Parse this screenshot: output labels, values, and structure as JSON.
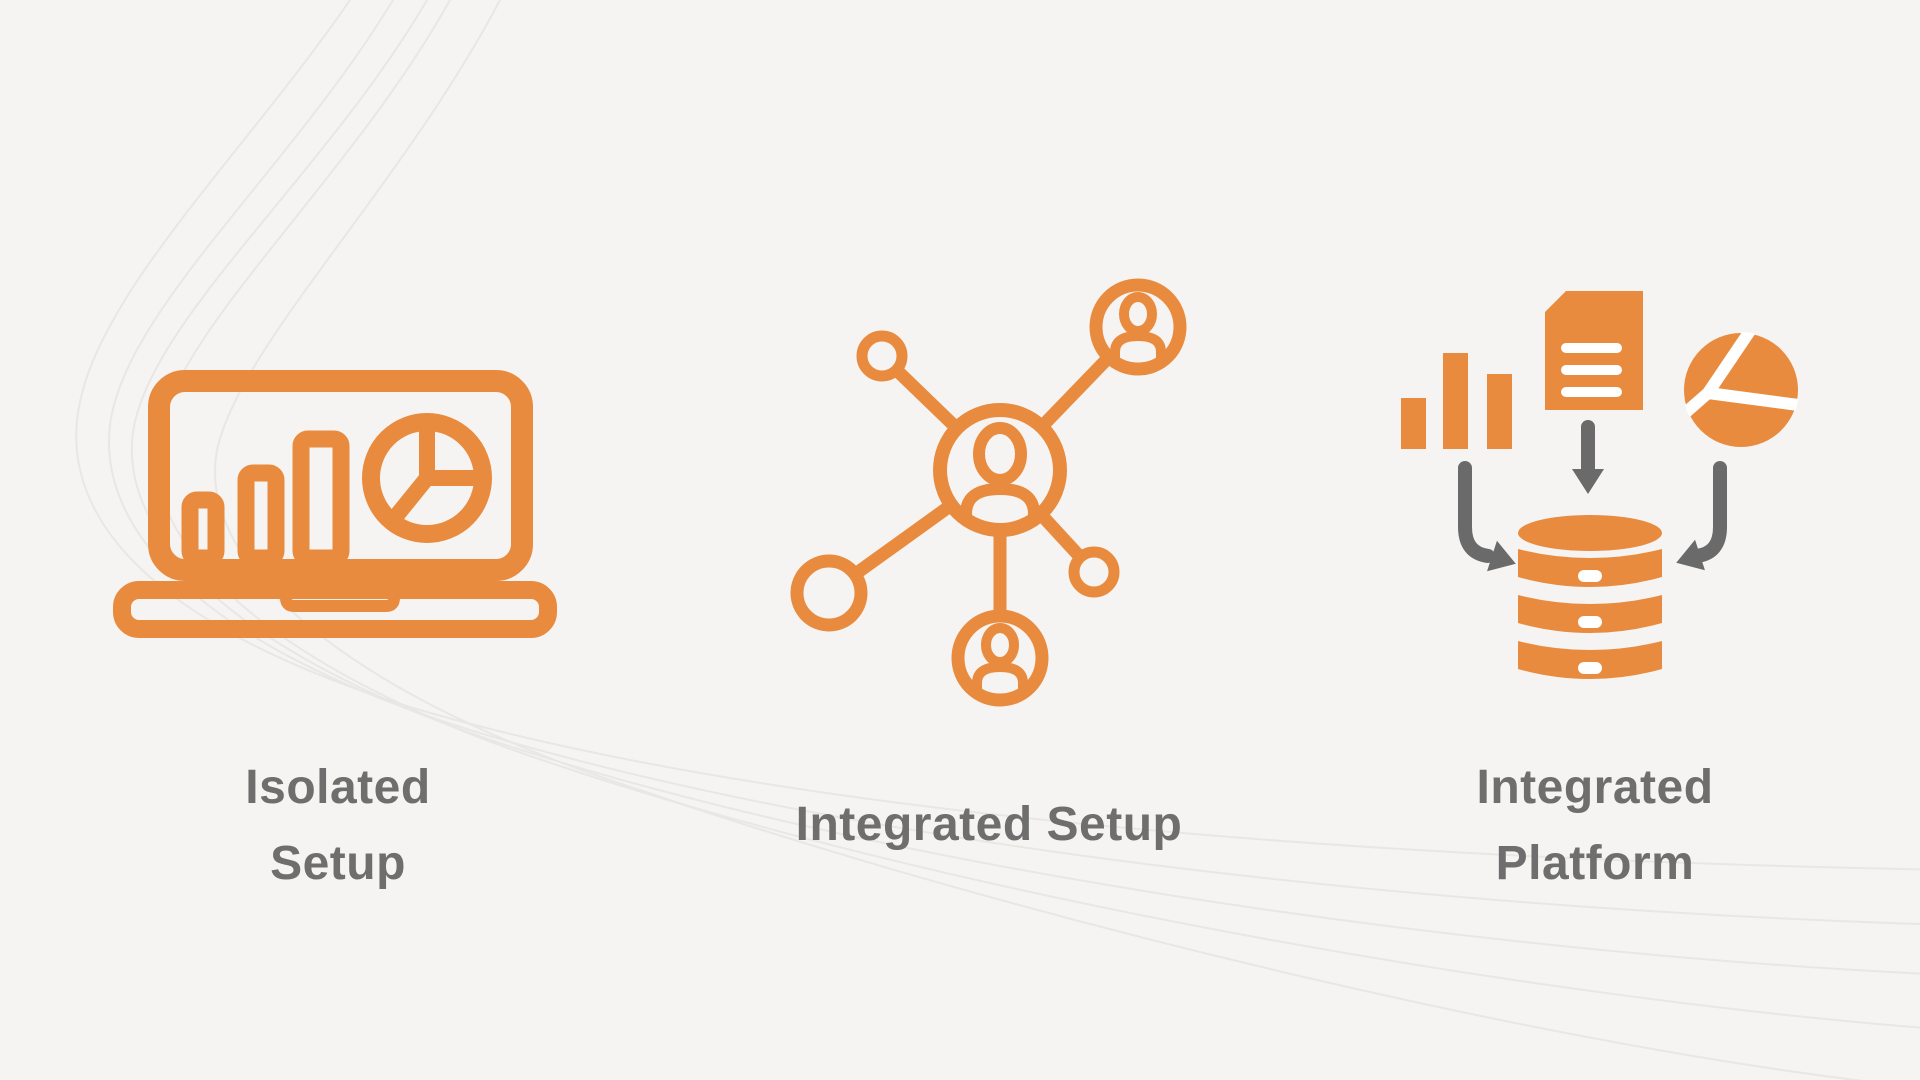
{
  "colors": {
    "background": "#f5f4f2",
    "accent": "#e98b3e",
    "text": "#6e6e6e",
    "arrow": "#6a6a6a",
    "curves": "#e8e7e4",
    "white": "#ffffff"
  },
  "columns": [
    {
      "id": "isolated-setup",
      "icon": "laptop-analytics-icon",
      "label_lines": {
        "0": "Isolated",
        "1": "Setup"
      }
    },
    {
      "id": "integrated-setup",
      "icon": "network-users-icon",
      "label_lines": {
        "0": "Integrated Setup"
      }
    },
    {
      "id": "integrated-platform",
      "icon": "sources-to-database-icon",
      "label_lines": {
        "0": "Integrated",
        "1": "Platform"
      }
    }
  ]
}
